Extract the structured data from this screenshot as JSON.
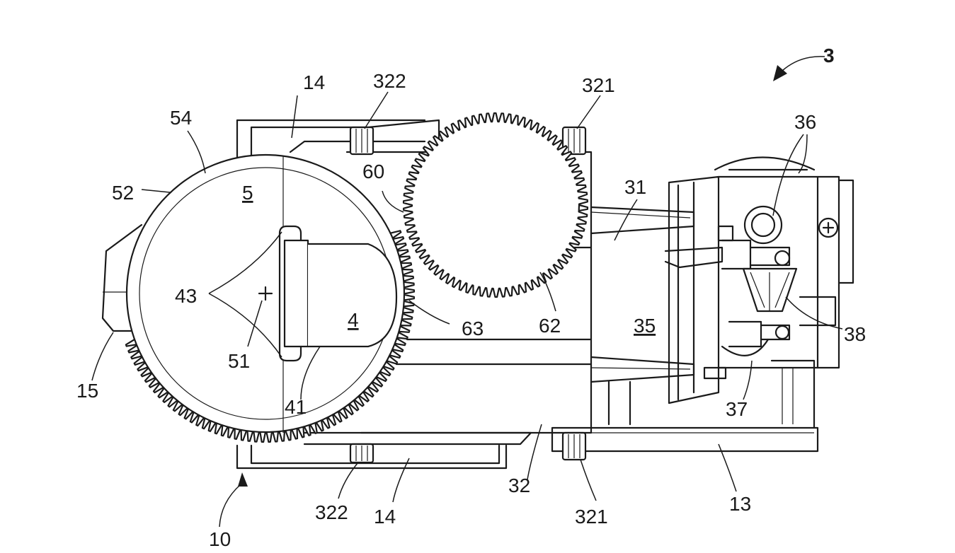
{
  "figure": {
    "reference_number": "3",
    "labels": {
      "l14_top": "14",
      "l322_top": "322",
      "l321_top": "321",
      "l36": "36",
      "l54": "54",
      "l52": "52",
      "l5": "5",
      "l60": "60",
      "l31": "31",
      "l43": "43",
      "l4": "4",
      "l63": "63",
      "l62": "62",
      "l35": "35",
      "l38": "38",
      "l15": "15",
      "l51": "51",
      "l41": "41",
      "l37": "37",
      "l32": "32",
      "l13": "13",
      "l322_bottom": "322",
      "l14_bottom": "14",
      "l321_bottom": "321",
      "l10": "10"
    }
  }
}
